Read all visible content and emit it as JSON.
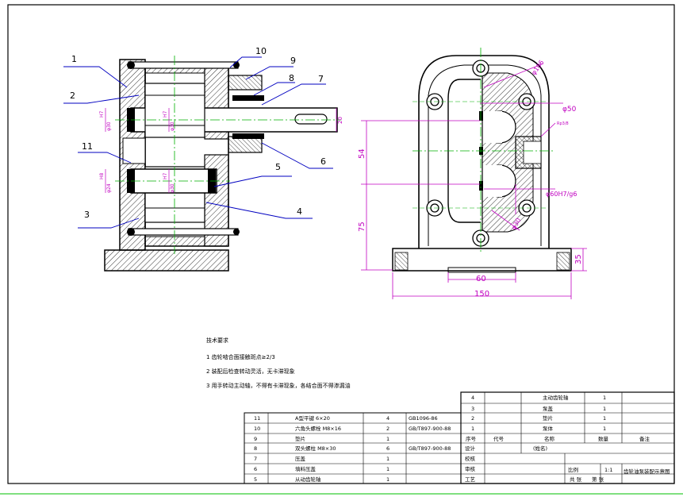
{
  "section_view": {
    "part_labels": [
      "1",
      "2",
      "11",
      "3",
      "10",
      "9",
      "8",
      "7",
      "6",
      "5",
      "4"
    ],
    "dims": {
      "h7_a": "H7",
      "phi30_a": "φ30",
      "h7_b": "H7",
      "phi30_b": "φ30",
      "h7_c": "H7",
      "phi30_c": "φ30",
      "h8": "H8",
      "phi24": "φ24",
      "d20": "20"
    }
  },
  "front_view": {
    "dims": {
      "phi50_label": "φ50",
      "phi106_label": "φ106",
      "phi60_label": "φ60H7/g6",
      "phi30_label": "φ30",
      "small_label": "Rp3/8",
      "d54": "54",
      "d75": "75",
      "d35": "35",
      "d60": "60",
      "d150": "150"
    }
  },
  "tech_notes": {
    "title": "技术要求",
    "items": [
      "1  齿轮啮合面接触斑点≥2/3",
      "2  装配后检查转动灵活，无卡滞现象",
      "3  用手转动主动轴，不得有卡滞现象，各结合面不得渗漏油"
    ]
  },
  "parts_left": [
    {
      "no": "11",
      "name": "A型平键 6×20",
      "qty": "4",
      "std": "GB1096-86"
    },
    {
      "no": "10",
      "name": "六角头螺栓 M8×16",
      "qty": "2",
      "std": "GB/T897-900-88"
    },
    {
      "no": "9",
      "name": "垫片",
      "qty": "1",
      "std": ""
    },
    {
      "no": "8",
      "name": "双头螺柱 M8×30",
      "qty": "6",
      "std": "GB/T897-900-88"
    },
    {
      "no": "7",
      "name": "压盖",
      "qty": "1",
      "std": ""
    },
    {
      "no": "6",
      "name": "填料压盖",
      "qty": "1",
      "std": ""
    },
    {
      "no": "5",
      "name": "从动齿轮轴",
      "qty": "1",
      "std": ""
    }
  ],
  "parts_right": [
    {
      "no": "4",
      "name": "主动齿轮轴",
      "qty": "1",
      "note": ""
    },
    {
      "no": "3",
      "name": "泵盖",
      "qty": "1",
      "note": ""
    },
    {
      "no": "2",
      "name": "垫片",
      "qty": "1",
      "note": ""
    },
    {
      "no": "1",
      "name": "泵体",
      "qty": "1",
      "note": ""
    }
  ],
  "parts_header": {
    "no": "序号",
    "code": "代号",
    "name": "名称",
    "qty": "数量",
    "note": "备注"
  },
  "title_block": {
    "design": "设计",
    "design_name": "(姓名)",
    "check": "校核",
    "review": "审核",
    "process": "工艺",
    "scale_label": "比例",
    "scale": "1:1",
    "drawing_title": "齿轮油泵装配示意图",
    "sheet_a": "共 张",
    "sheet_b": "第 张"
  }
}
